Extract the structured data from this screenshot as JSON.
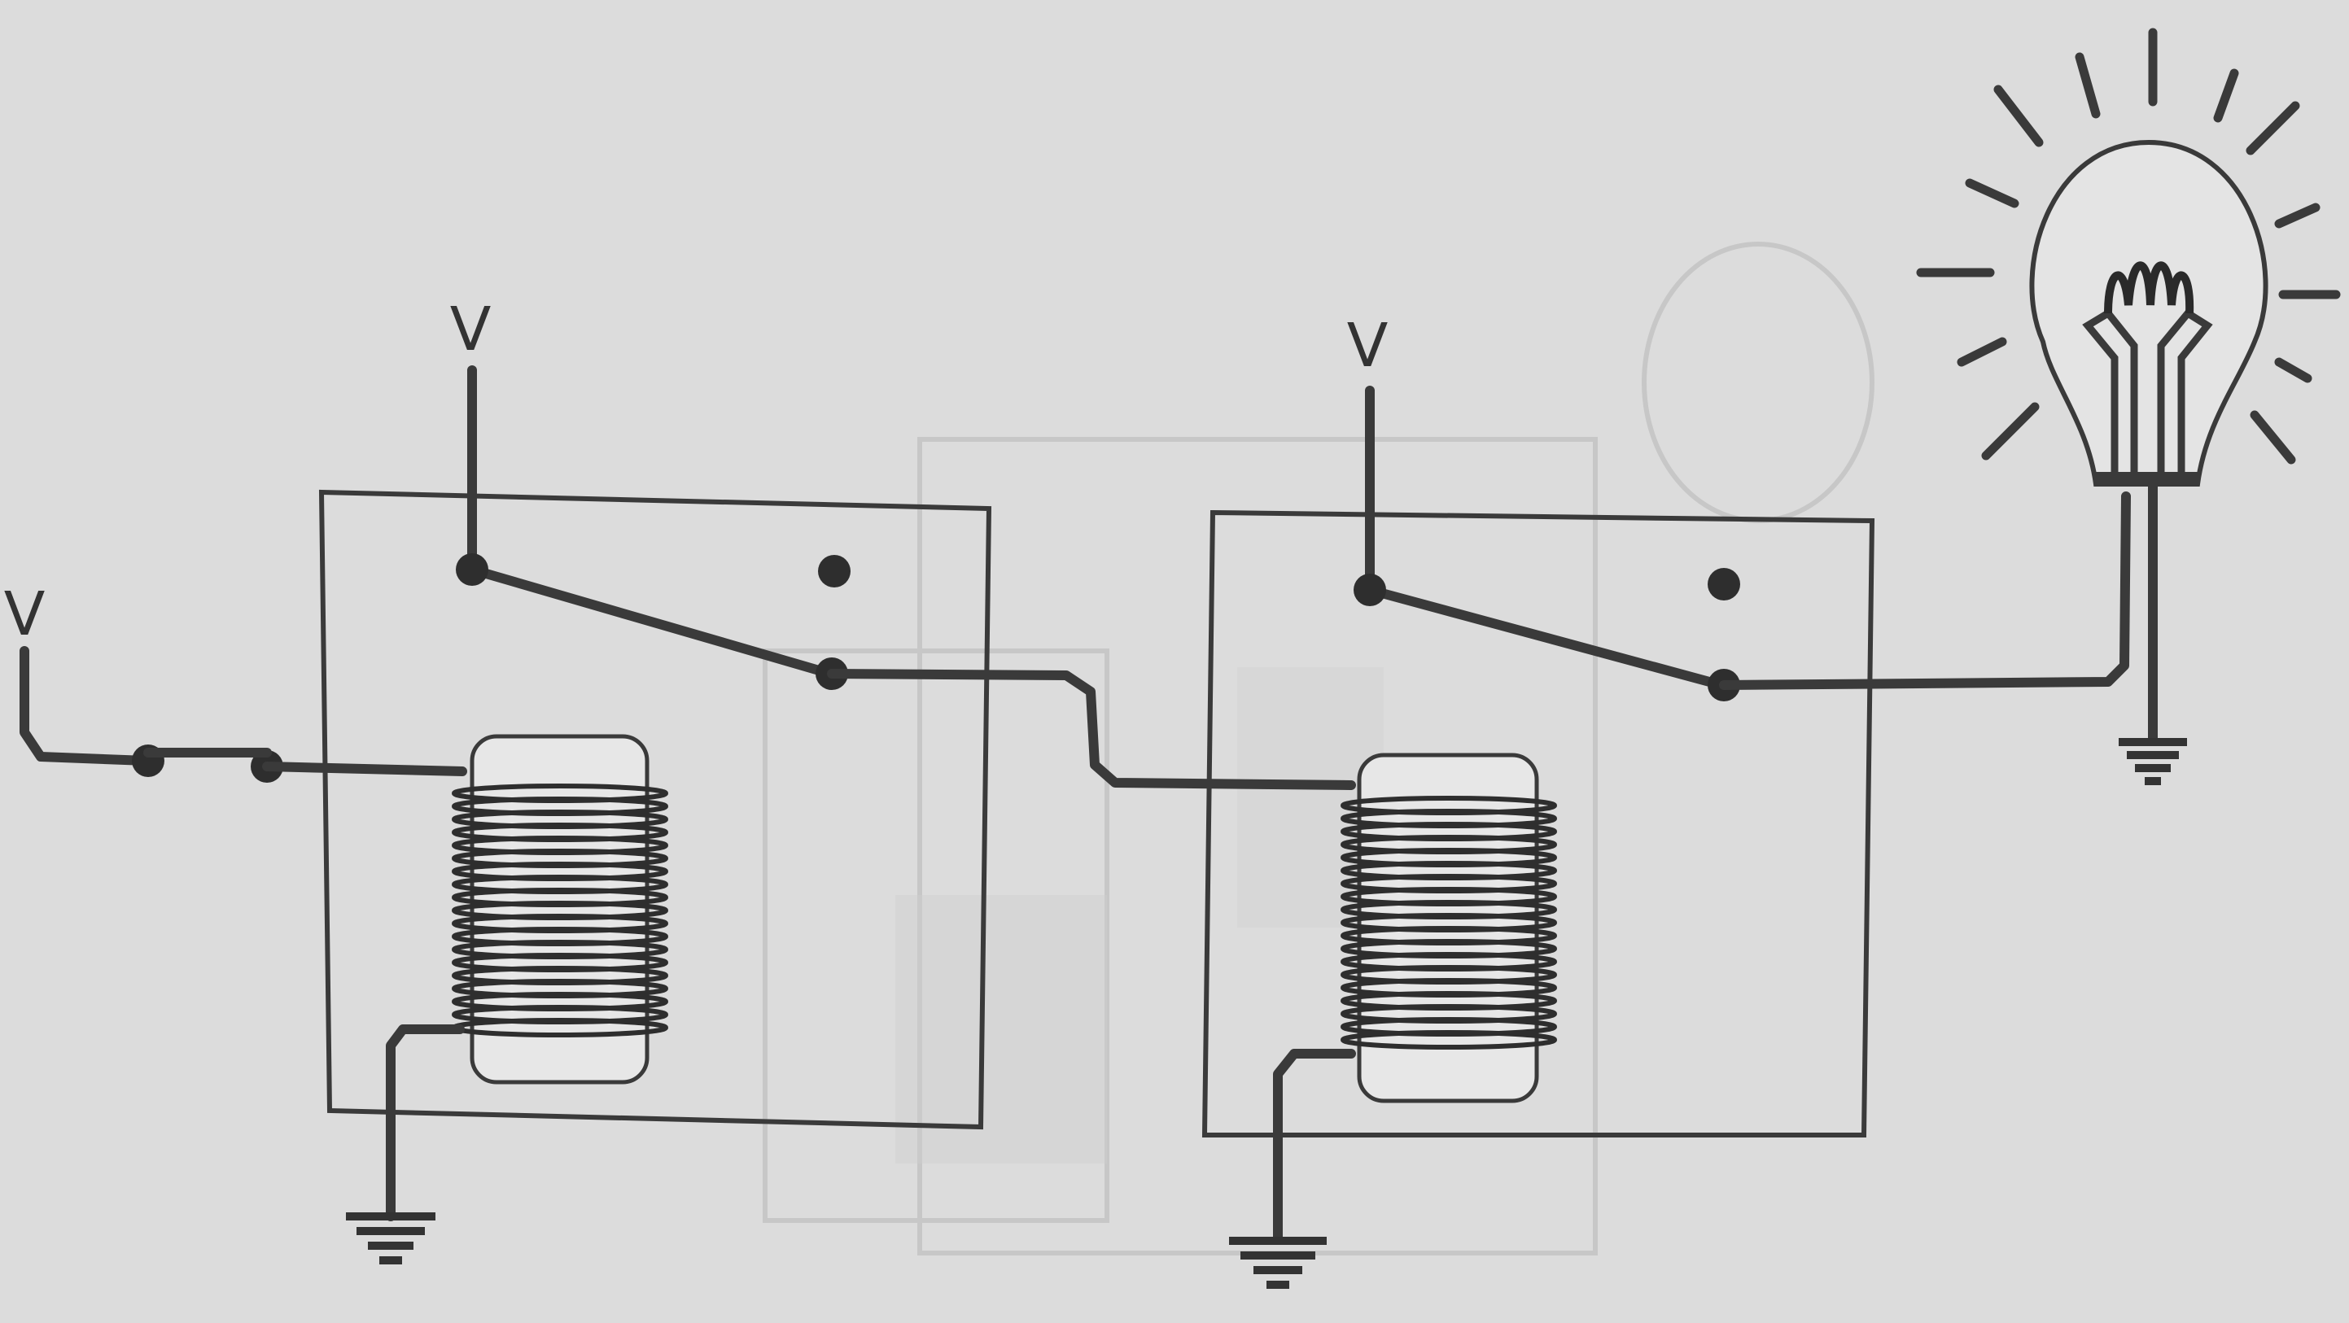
{
  "labels": {
    "supply_input": "V",
    "supply_relay_1": "V",
    "supply_relay_2": "V"
  },
  "colors": {
    "background": "#dcdcdc",
    "ink": "#3a3a3a"
  },
  "icons": [
    "ground-icon",
    "light-bulb-icon",
    "relay-coil-icon"
  ]
}
